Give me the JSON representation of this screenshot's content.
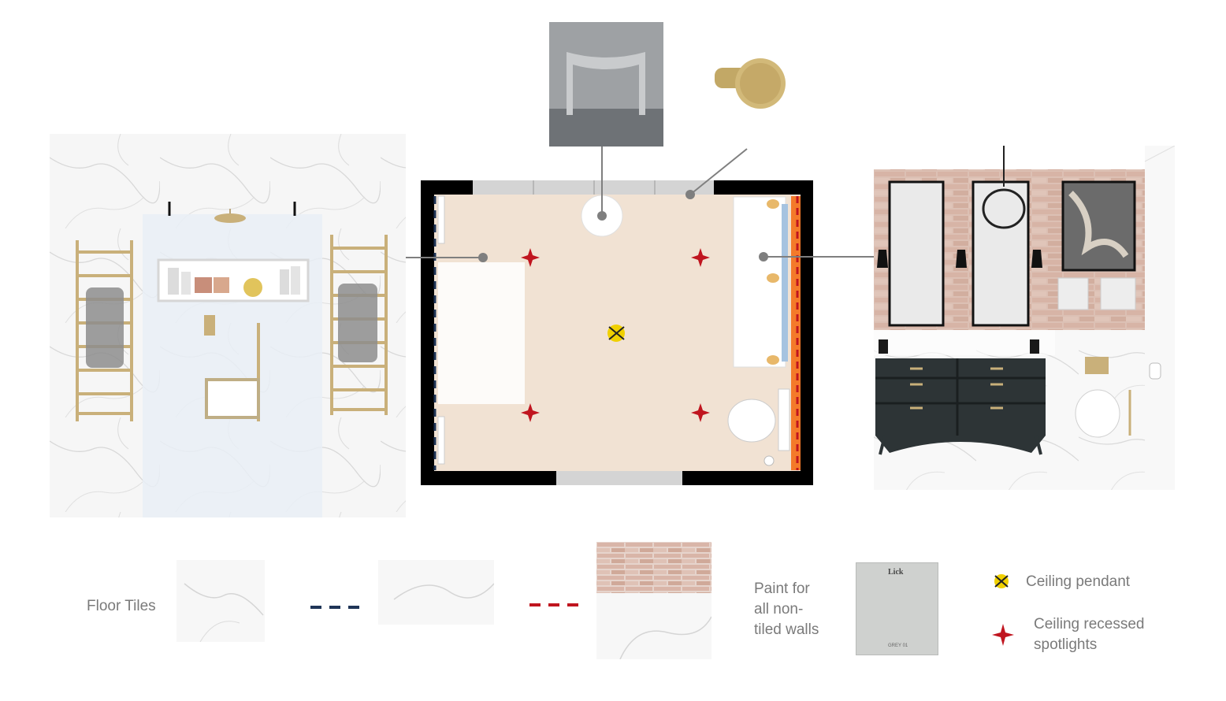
{
  "legend": {
    "floor_tiles": "Floor Tiles",
    "paint_lines": [
      "Paint for",
      "all non-",
      "tiled walls"
    ],
    "swatch_brand": "Lick",
    "swatch_code": "GREY 01",
    "ceiling_pendant": "Ceiling pendant",
    "spotlights_lines": [
      "Ceiling recessed",
      "spotlights"
    ]
  },
  "colors": {
    "floor": "#f1e2d3",
    "wall": "#000000",
    "spotlight": "#c0151f",
    "pendant": "#f0d000",
    "navy_dash": "#1f3557",
    "red_dash": "#c0151f",
    "orange_wall": "#f47a2a",
    "brass": "#c9b07a",
    "vanity": "#2d3436",
    "brick": "#d7b4a6"
  },
  "icons": {
    "spotlight": "four-point-star-icon",
    "pendant": "crossed-circle-icon"
  }
}
